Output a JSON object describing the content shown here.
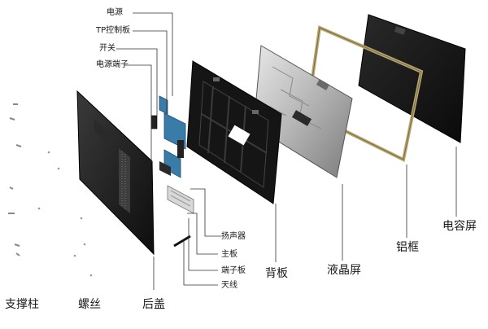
{
  "labels": {
    "power": "电源",
    "tp_board": "TP控制板",
    "switch": "开关",
    "power_terminal": "电源端子",
    "speaker": "扬声器",
    "main_board": "主板",
    "terminal_board": "端子板",
    "antenna": "天线",
    "support_pillar": "支撑柱",
    "screw": "螺丝",
    "rear_cover": "后盖",
    "back_panel": "背板",
    "lcd_screen": "液晶屏",
    "aluminum_frame": "铝框",
    "capacitive_screen": "电容屏"
  },
  "colors": {
    "panel_dark": "#111111",
    "pcb_blue": "#3a7ca8",
    "frame_gold": "#b8a671",
    "line": "#333333"
  }
}
